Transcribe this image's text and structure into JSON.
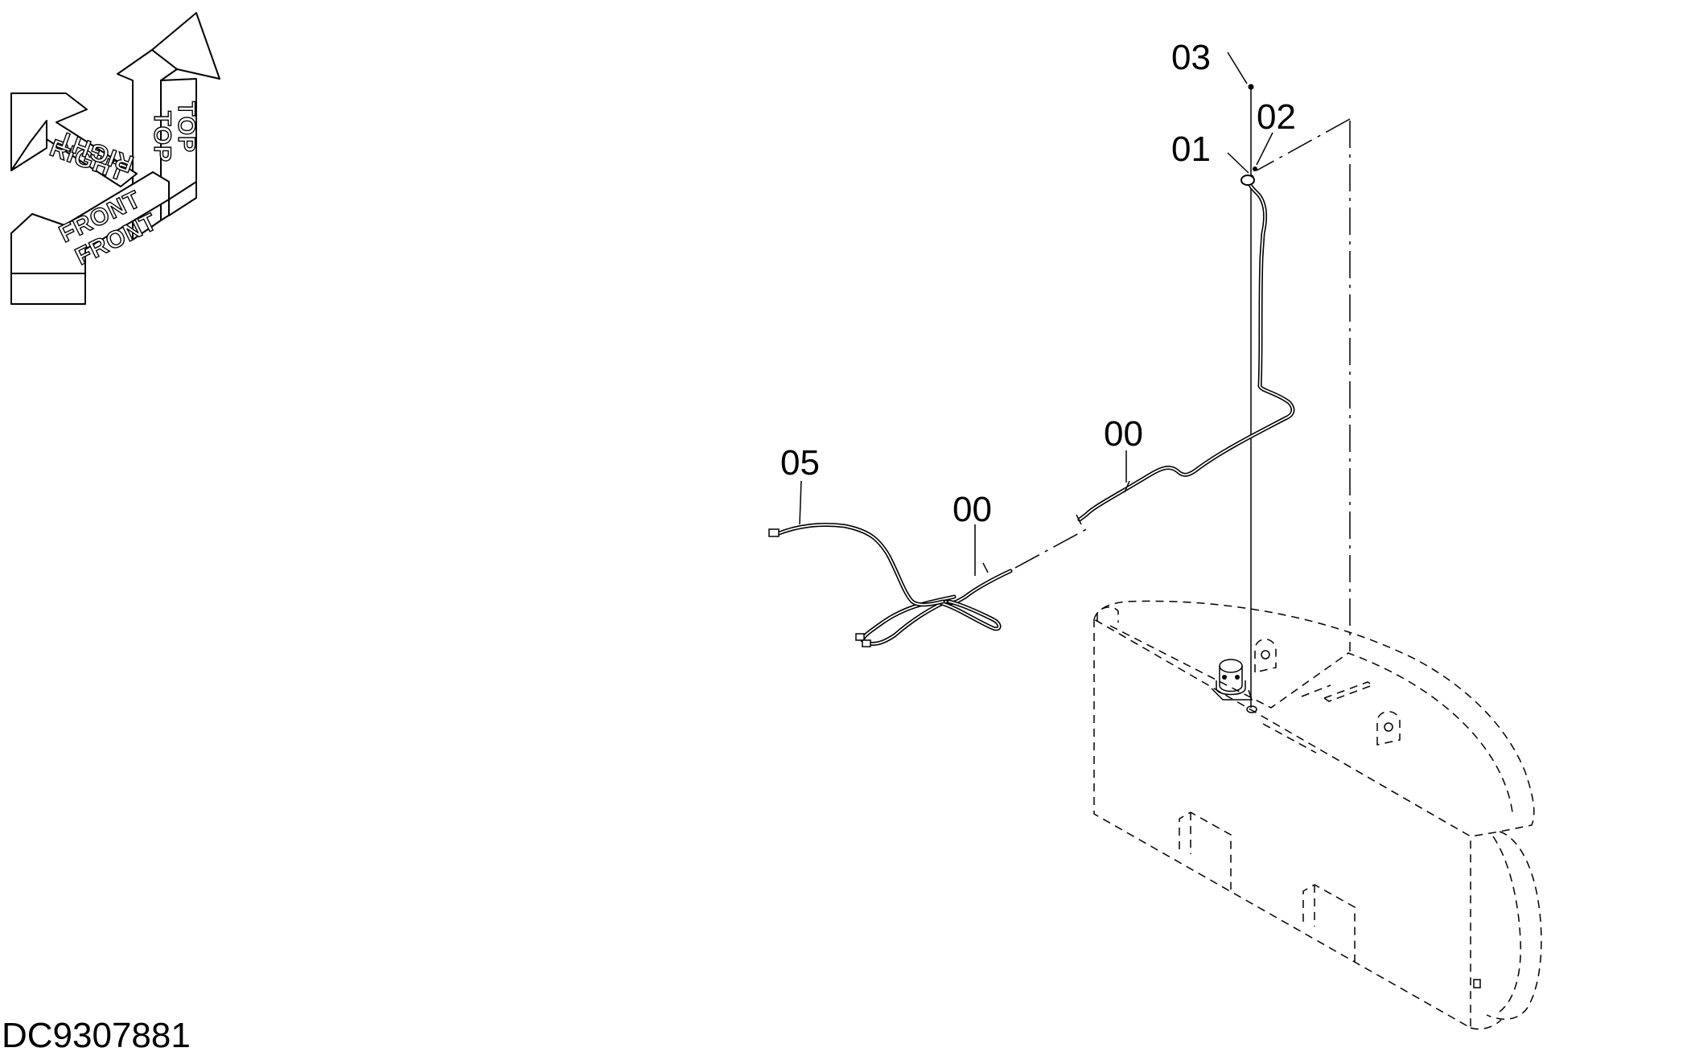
{
  "diagram_id": "DC9307881",
  "orientation": {
    "top_label": "TOP",
    "right_label": "RIGHT",
    "front_label": "FRONT"
  },
  "callouts": {
    "c03": "03",
    "c02": "02",
    "c01": "01",
    "c00_upper": "00",
    "c00_lower": "00",
    "c05": "05"
  }
}
